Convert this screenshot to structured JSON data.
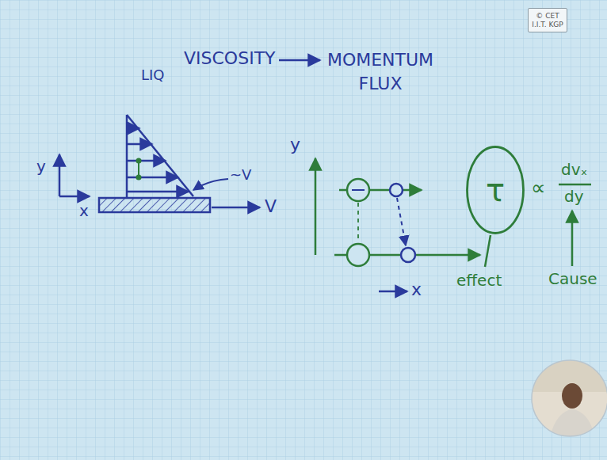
{
  "diagram": {
    "nodes": [
      {
        "text": [
          "© CET",
          "I.I.T. KGP"
        ]
      },
      {
        "text": [
          "τ"
        ]
      }
    ],
    "labels": [
      "VISCOSITY",
      "MOMENTUM FLUX",
      "LIQ",
      "y",
      "x",
      "V",
      "~V",
      "y",
      "x",
      "∝",
      "dvₓ",
      "dy",
      "effect",
      "Cause"
    ]
  }
}
